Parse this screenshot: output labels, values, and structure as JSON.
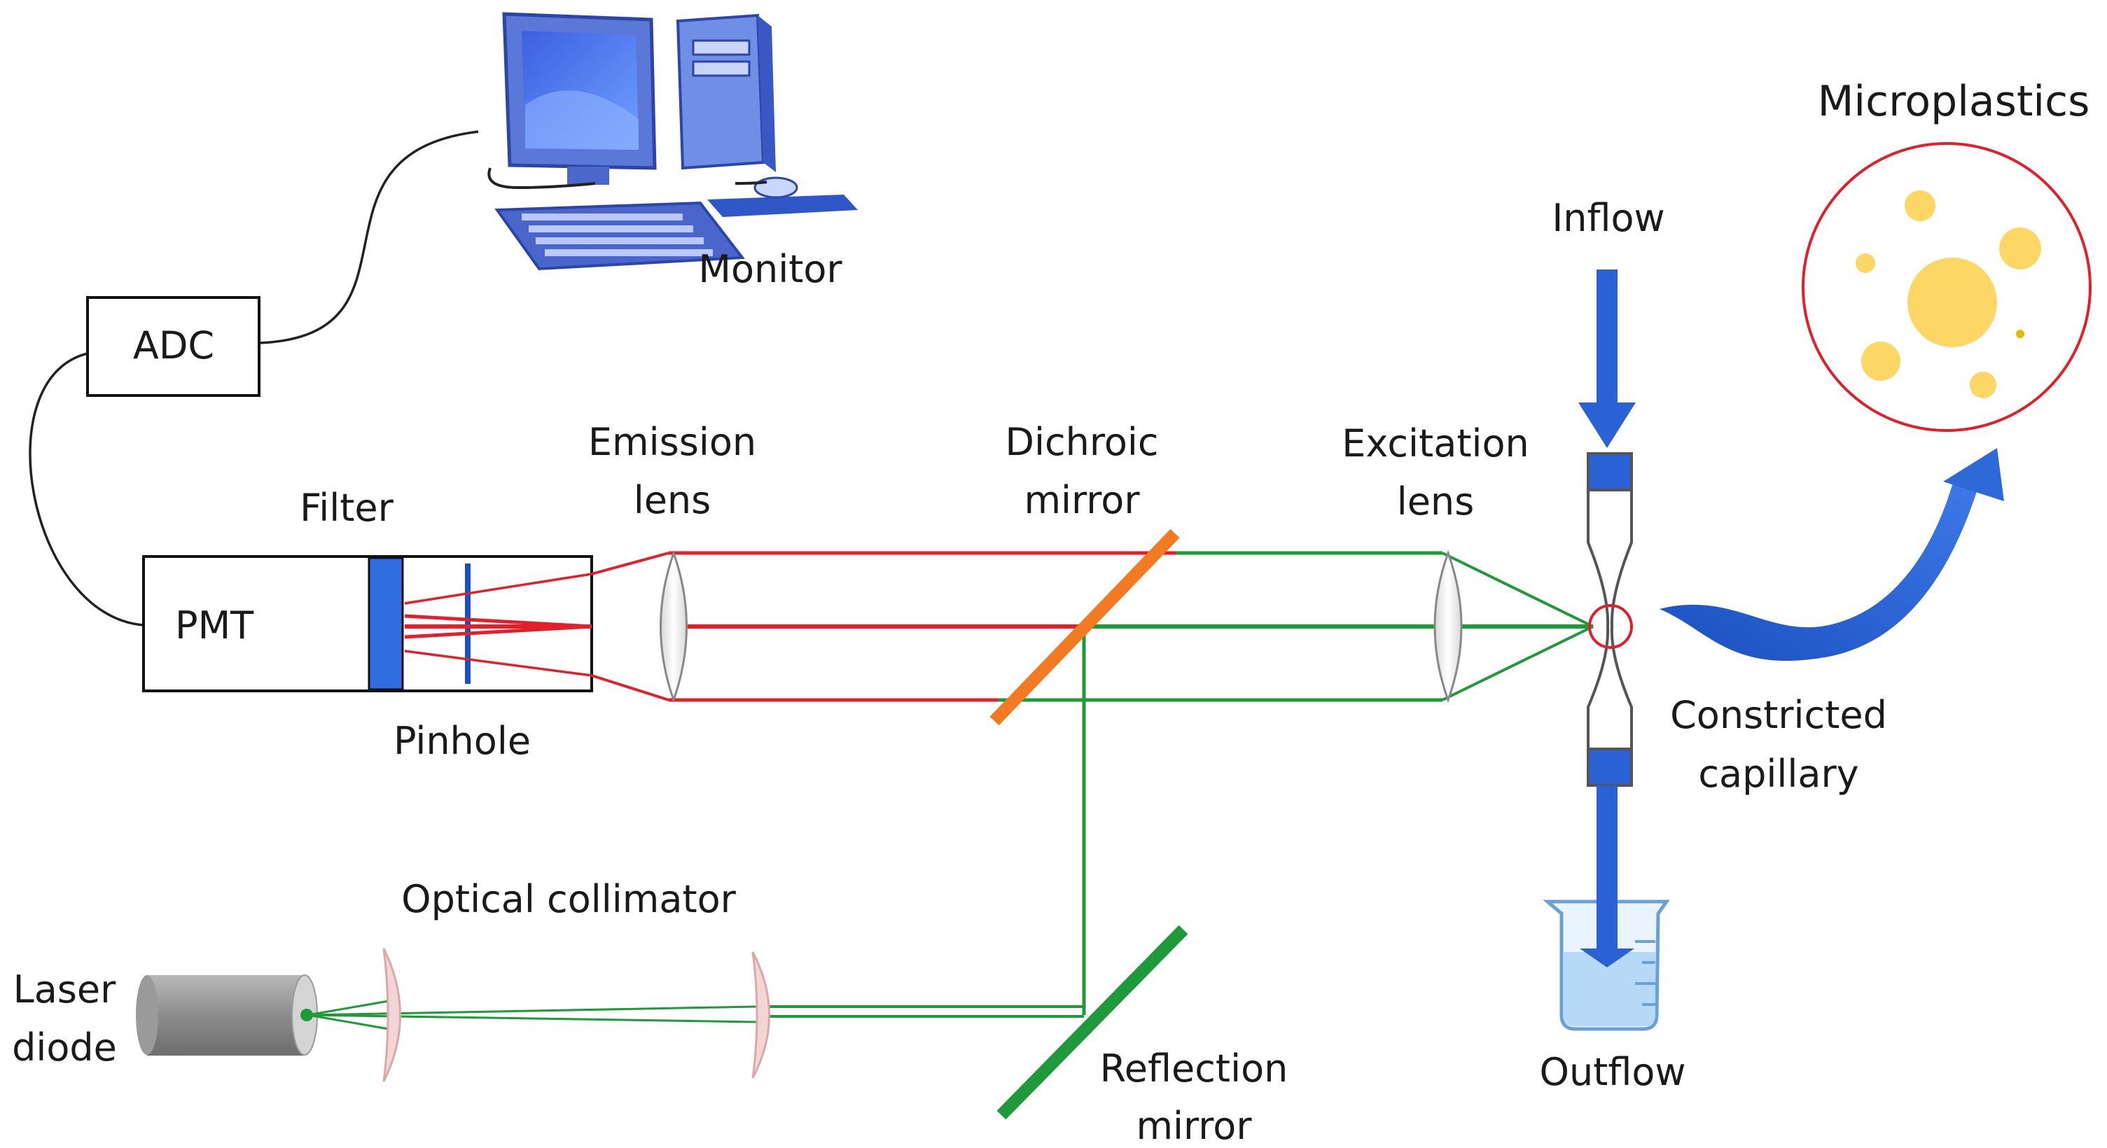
{
  "labels": {
    "monitor": "Monitor",
    "adc": "ADC",
    "pmt": "PMT",
    "filter": "Filter",
    "pinhole": "Pinhole",
    "emission_lens_1": "Emission",
    "emission_lens_2": "lens",
    "dichroic_mirror_1": "Dichroic",
    "dichroic_mirror_2": "mirror",
    "excitation_lens_1": "Excitation",
    "excitation_lens_2": "lens",
    "inflow": "Inflow",
    "outflow": "Outflow",
    "constricted_capillary_1": "Constricted",
    "constricted_capillary_2": "capillary",
    "microplastics": "Microplastics",
    "optical_collimator": "Optical collimator",
    "laser_diode_1": "Laser",
    "laser_diode_2": "diode",
    "reflection_mirror_1": "Reflection",
    "reflection_mirror_2": "mirror"
  },
  "colors": {
    "emission_beam": "#e0202a",
    "excitation_beam": "#1e9a3a",
    "dichroic_mirror": "#f27a22",
    "reflection_mirror": "#1e9a3a",
    "flow_arrow": "#2a62d6",
    "particle": "#fcd766",
    "circle_outline": "#e0202a"
  },
  "icons": {
    "computer": "desktop-computer-icon",
    "beaker": "beaker-icon"
  }
}
